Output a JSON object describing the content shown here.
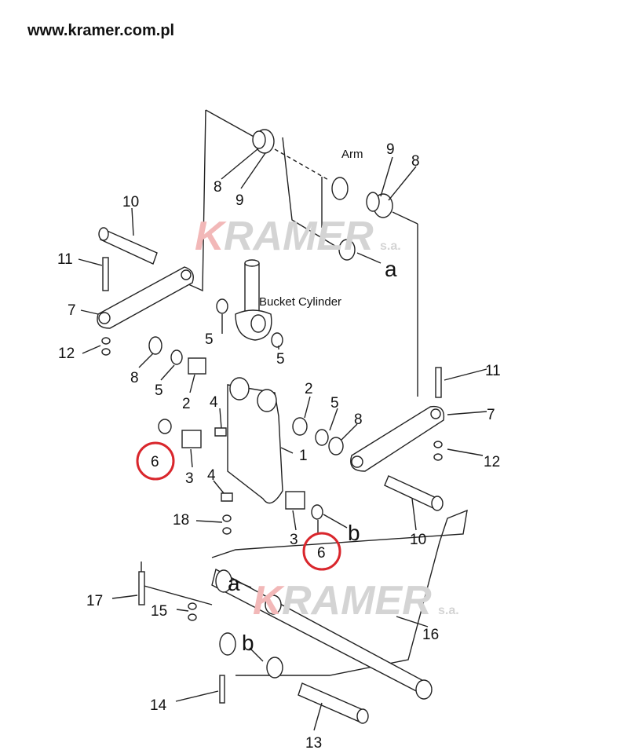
{
  "header": {
    "website": "www.kramer.com.pl"
  },
  "watermark": {
    "brand_k": "K",
    "brand_rest": "RAMER",
    "suffix": "s.a."
  },
  "captions": {
    "arm": "Arm",
    "bucket_cylinder": "Bucket Cylinder"
  },
  "callouts": {
    "p1": "1",
    "p2": "2",
    "p3": "3",
    "p4": "4",
    "p5": "5",
    "p6": "6",
    "p7": "7",
    "p8": "8",
    "p9": "9",
    "p10": "10",
    "p11": "11",
    "p12": "12",
    "p13": "13",
    "p14": "14",
    "p15": "15",
    "p16": "16",
    "p17": "17",
    "p18": "18",
    "a": "a",
    "b": "b"
  },
  "highlight_color": "#d9262c"
}
